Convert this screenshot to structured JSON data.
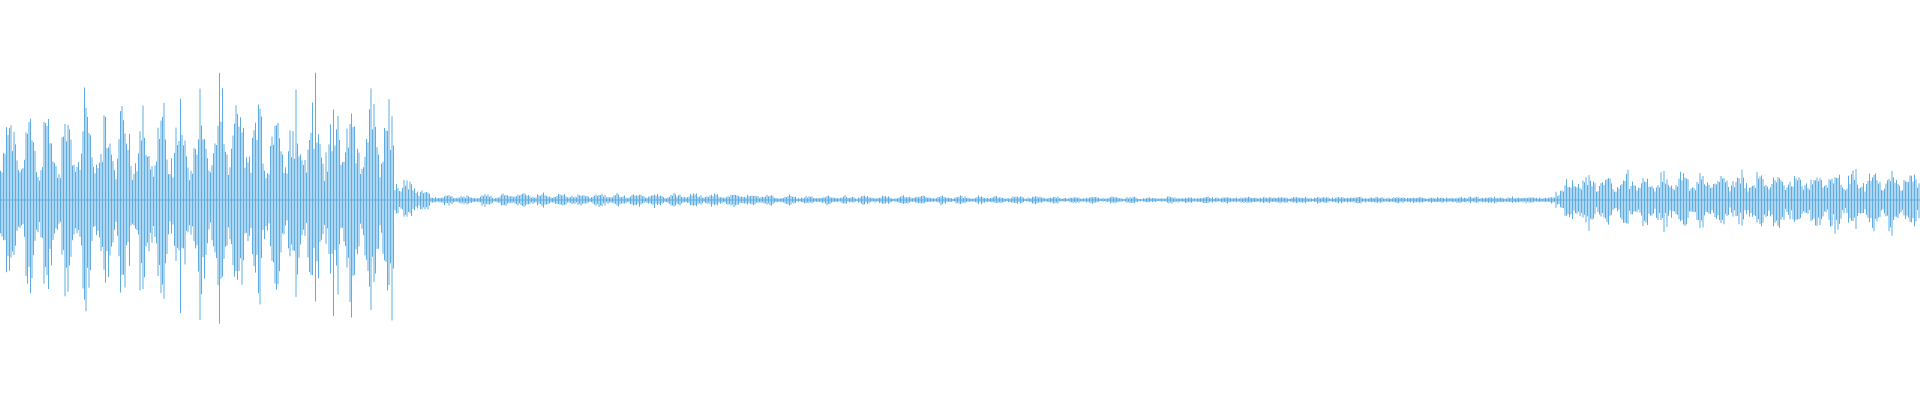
{
  "waveform": {
    "color": "#5dade2",
    "background": "#ffffff",
    "beat_period_fraction": 0.0099,
    "segments": [
      {
        "start": 0.0,
        "end": 0.205,
        "core": 0.14,
        "peak": 0.5,
        "growth": 0.25
      },
      {
        "start": 0.205,
        "end": 0.223,
        "core": 0.06,
        "peak": 0.14,
        "growth": -0.6
      },
      {
        "start": 0.223,
        "end": 0.26,
        "core": 0.01,
        "peak": 0.03,
        "growth": 0
      },
      {
        "start": 0.26,
        "end": 0.4,
        "core": 0.015,
        "peak": 0.035,
        "growth": 0
      },
      {
        "start": 0.4,
        "end": 0.61,
        "core": 0.01,
        "peak": 0.025,
        "growth": -0.3
      },
      {
        "start": 0.61,
        "end": 0.81,
        "core": 0.01,
        "peak": 0.016,
        "growth": 0
      },
      {
        "start": 0.81,
        "end": 0.82,
        "core": 0.03,
        "peak": 0.07,
        "growth": 0.6
      },
      {
        "start": 0.82,
        "end": 1.0,
        "core": 0.06,
        "peak": 0.15,
        "growth": 0.1
      }
    ]
  }
}
